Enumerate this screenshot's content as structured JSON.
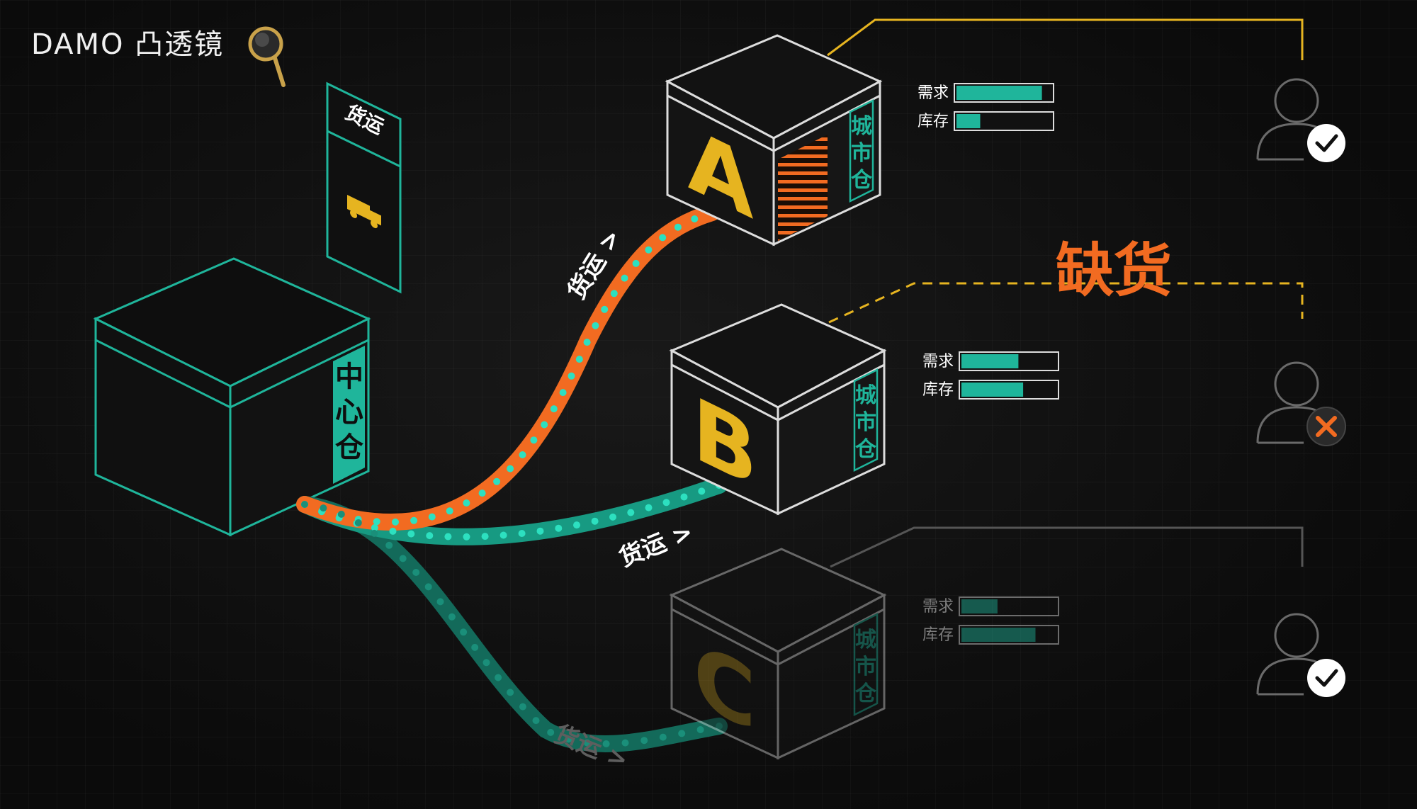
{
  "brand": {
    "name": "DAMO 凸透镜",
    "logo_icon": "magnifier-icon"
  },
  "center_warehouse": {
    "label": "中心仓"
  },
  "freight_panel": {
    "label": "货运",
    "icon": "truck-icon"
  },
  "route_labels": {
    "a": "货运 >",
    "b": "货运 >",
    "c": "货运 >"
  },
  "shortage_label": "缺货",
  "warehouses": [
    {
      "letter": "A",
      "side_label": "城市仓",
      "demand_label": "需求",
      "stock_label": "库存",
      "demand": 0.9,
      "stock": 0.25,
      "status": "check-icon"
    },
    {
      "letter": "B",
      "side_label": "城市仓",
      "demand_label": "需求",
      "stock_label": "库存",
      "demand": 0.6,
      "stock": 0.65,
      "status": "cross-icon"
    },
    {
      "letter": "C",
      "side_label": "城市仓",
      "demand_label": "需求",
      "stock_label": "库存",
      "demand": 0.38,
      "stock": 0.78,
      "status": "check-icon"
    }
  ],
  "colors": {
    "teal": "#1fb59b",
    "orange": "#f26b21",
    "yellow": "#e6b420",
    "grey": "#8a8a8a"
  }
}
